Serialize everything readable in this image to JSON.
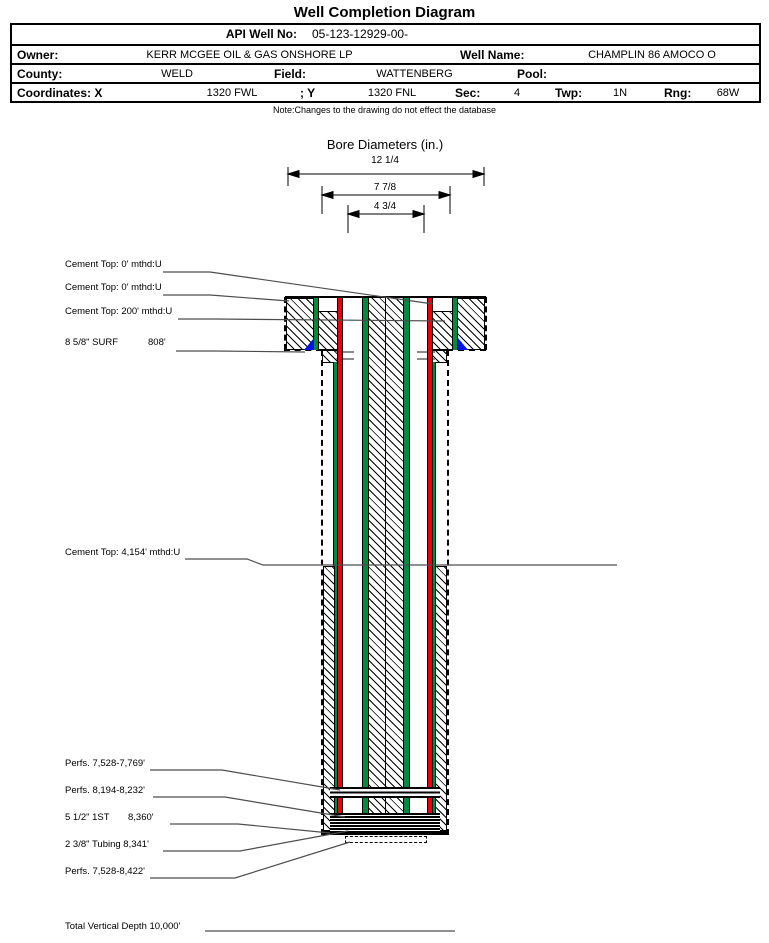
{
  "title": "Well Completion Diagram",
  "header_table": {
    "api_label": "API Well No:",
    "api_value": "05-123-12929-00-",
    "owner_label": "Owner:",
    "owner_value": "KERR MCGEE OIL & GAS ONSHORE LP",
    "well_name_label": "Well Name:",
    "well_name_value": "CHAMPLIN 86 AMOCO O",
    "county_label": "County:",
    "county_value": "WELD",
    "field_label": "Field:",
    "field_value": "WATTENBERG",
    "pool_label": "Pool:",
    "pool_value": "",
    "coordinates_label": "Coordinates: X",
    "x_value": "1320 FWL",
    "y_label": "; Y",
    "y_value": "1320 FNL",
    "sec_label": "Sec:",
    "sec_value": "4",
    "twp_label": "Twp:",
    "twp_value": "1N",
    "rng_label": "Rng:",
    "rng_value": "68W"
  },
  "note": "Note:Changes to the drawing do not effect the database",
  "bore_diameters": {
    "title": "Bore Diameters (in.)",
    "values": [
      "12 1/4",
      "7 7/8",
      "4 3/4"
    ]
  },
  "annotations": {
    "cement_top_1": "Cement Top: 0' mthd:U",
    "cement_top_2": "Cement Top: 0' mthd:U",
    "cement_top_3": "Cement Top: 200' mthd:U",
    "surf_casing": "8 5/8\" SURF",
    "surf_depth": "808'",
    "cement_top_4": "Cement Top: 4,154' mthd:U",
    "perfs_1": "Perfs. 7,528-7,769'",
    "perfs_2": "Perfs. 8,194-8,232'",
    "prod_casing": "5 1/2\" 1ST",
    "prod_depth": "8,360'",
    "tubing": "2 3/8\" Tubing 8,341'",
    "perfs_3": "Perfs. 7,528-8,422'",
    "tvd": "Total Vertical Depth 10,000'"
  },
  "colors": {
    "casing_green": "#008a3e",
    "casing_red": "#e8000f",
    "shoe_blue": "#0013e6"
  }
}
